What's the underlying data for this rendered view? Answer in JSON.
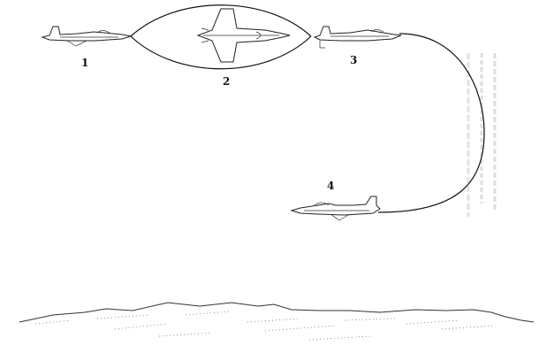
{
  "labels": {
    "step1": "1",
    "step2": "2",
    "step3": "3",
    "step4": "4"
  },
  "colors": {
    "ink": "#111111",
    "background": "#ffffff",
    "bleed_through": "#c9c9c9"
  },
  "icons": {
    "aircraft": "fighter-jet-icon"
  }
}
